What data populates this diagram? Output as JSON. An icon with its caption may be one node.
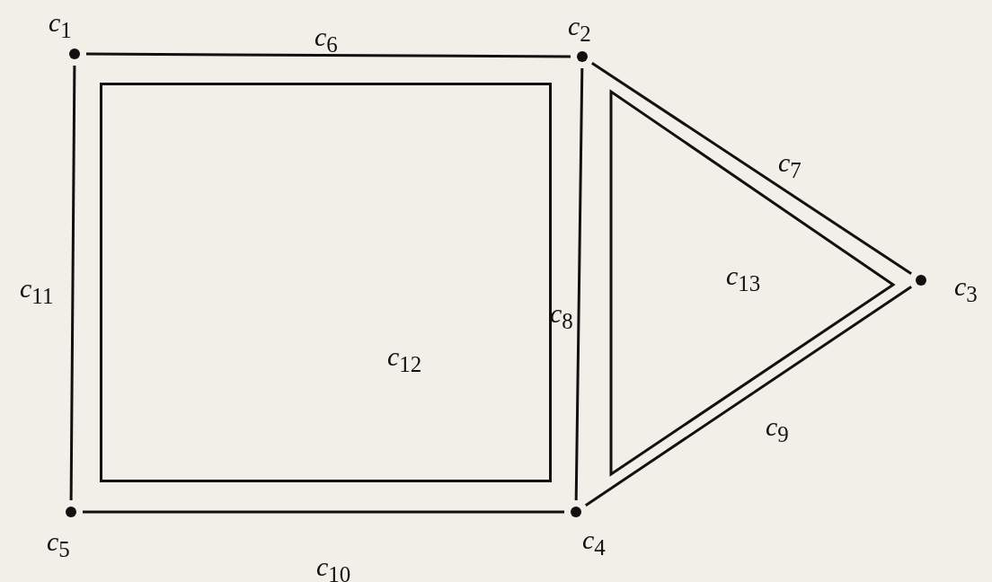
{
  "diagram": {
    "nodes": [
      {
        "text": [
          "*c*$_{1}$"
        ]
      },
      {
        "text": [
          "*c*$_{2}$"
        ]
      },
      {
        "text": [
          "*c*$_{3}$"
        ]
      },
      {
        "text": [
          "*c*$_{4}$"
        ]
      },
      {
        "text": [
          "*c*$_{5}$"
        ]
      },
      {
        "text": [
          "*c*$_{12}$"
        ]
      },
      {
        "text": [
          "*c*$_{13}$"
        ]
      }
    ],
    "edges": [
      {
        "from": 0,
        "to": 1,
        "arrow": "none",
        "label": "*c*$_{6}$"
      },
      {
        "from": 1,
        "to": 2,
        "arrow": "none",
        "label": "*c*$_{7}$"
      },
      {
        "from": 1,
        "to": 3,
        "arrow": "none",
        "label": "*c*$_{8}$"
      },
      {
        "from": 2,
        "to": 3,
        "arrow": "none",
        "label": "*c*$_{9}$"
      },
      {
        "from": 4,
        "to": 3,
        "arrow": "none",
        "label": "*c*$_{10}$"
      },
      {
        "from": 0,
        "to": 4,
        "arrow": "none",
        "label": "*c*$_{11}$"
      }
    ]
  }
}
